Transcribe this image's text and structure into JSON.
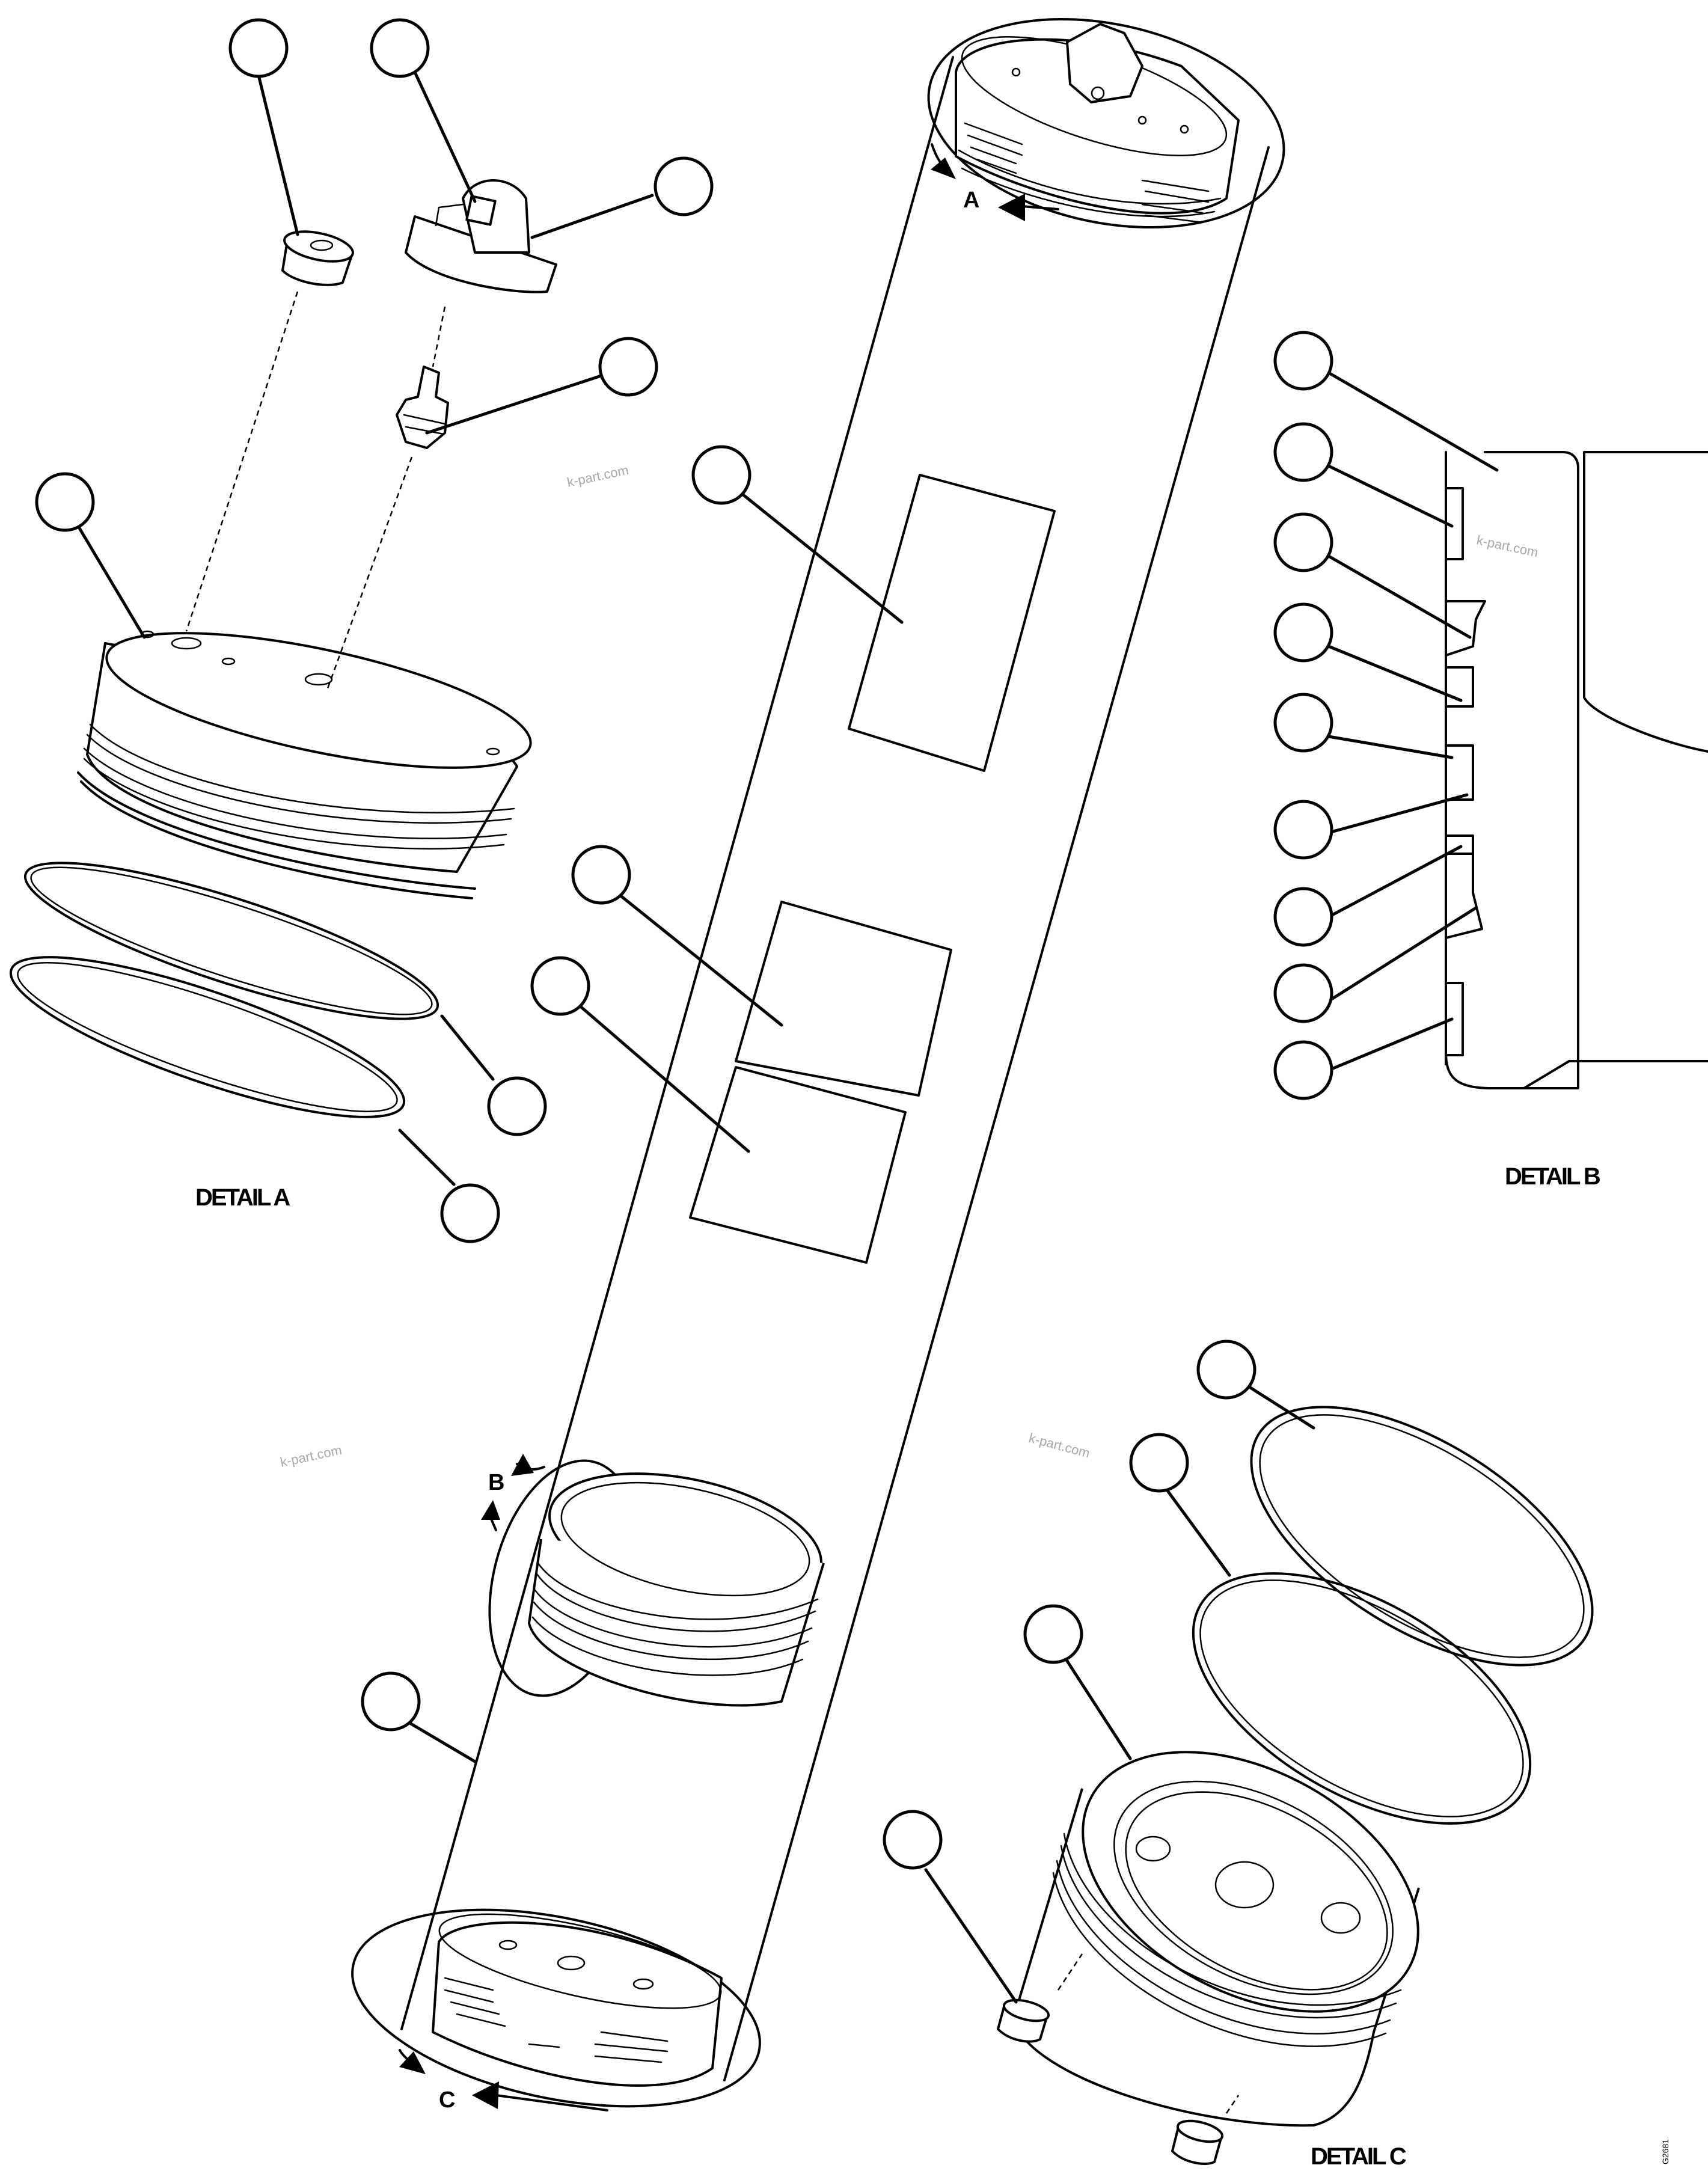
{
  "labels": {
    "detail_a": "DETAIL A",
    "detail_b": "DETAIL B",
    "detail_c": "DETAIL C",
    "marker_a": "A",
    "marker_b": "B",
    "marker_c": "C"
  },
  "watermark": "k-part.com",
  "drawing_code": "G2681"
}
